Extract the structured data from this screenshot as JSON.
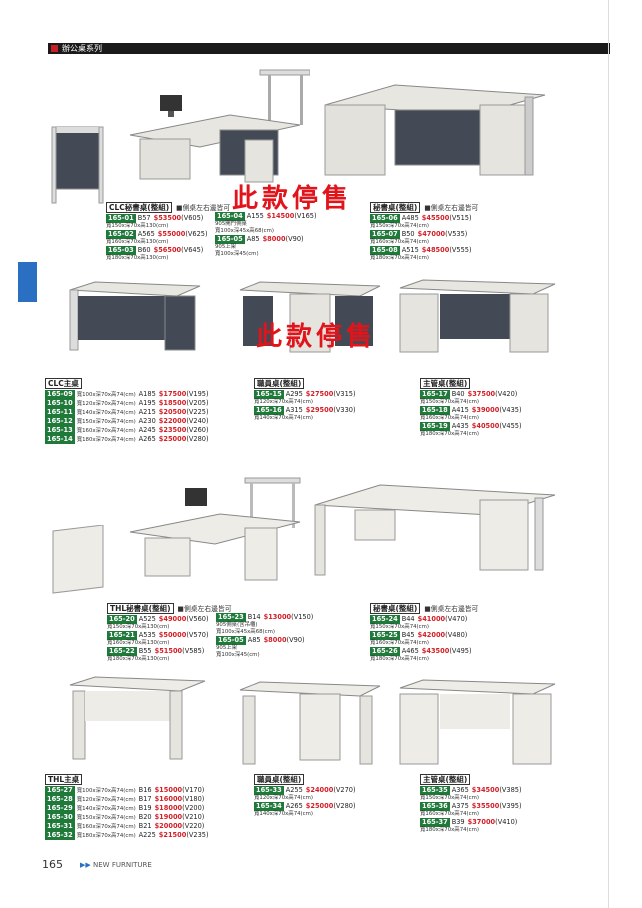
{
  "header": {
    "category": "辦公桌系列"
  },
  "footer": {
    "page_number": "165",
    "section": "NEW FURNITURE",
    "arrows": "▶▶"
  },
  "watermark": "此款停售",
  "blocks": {
    "clc_secretary": {
      "title": "CLC秘書桌(整組)",
      "note": "■側桌左右邊皆可",
      "rows": [
        {
          "code": "165-01",
          "model": "B57",
          "price": "$53500",
          "extra": "(V605)",
          "size": "寬150x深70x高130(cm)"
        },
        {
          "code": "165-02",
          "model": "A565",
          "price": "$55000",
          "extra": "(V625)",
          "size": "寬160x深70x高130(cm)"
        },
        {
          "code": "165-03",
          "model": "B60",
          "price": "$56500",
          "extra": "(V645)",
          "size": "寬180x深70x高130(cm)"
        }
      ]
    },
    "clc_side": {
      "rows": [
        {
          "code": "165-04",
          "model": "A155",
          "price": "$14500",
          "extra": "(V165)",
          "sub": "905開門側桌",
          "size": "寬100x深45x高68(cm)"
        },
        {
          "code": "165-05",
          "model": "A85",
          "price": "$8000",
          "extra": "(V90)",
          "sub": "905上架",
          "size": "寬100x深45(cm)"
        }
      ]
    },
    "clc_secretary2": {
      "title": "秘書桌(整組)",
      "note": "■側桌左右邊皆可",
      "rows": [
        {
          "code": "165-06",
          "model": "A485",
          "price": "$45500",
          "extra": "(V515)",
          "size": "寬150x深70x高74(cm)"
        },
        {
          "code": "165-07",
          "model": "B50",
          "price": "$47000",
          "extra": "(V535)",
          "size": "寬160x深70x高74(cm)"
        },
        {
          "code": "165-08",
          "model": "A515",
          "price": "$48500",
          "extra": "(V555)",
          "size": "寬180x深70x高74(cm)"
        }
      ]
    },
    "clc_main": {
      "title": "CLC主桌",
      "rows": [
        {
          "code": "165-09",
          "size": "寬100x深70x高74(cm)",
          "model": "A185",
          "price": "$17500",
          "extra": "(V195)"
        },
        {
          "code": "165-10",
          "size": "寬120x深70x高74(cm)",
          "model": "A195",
          "price": "$18500",
          "extra": "(V205)"
        },
        {
          "code": "165-11",
          "size": "寬140x深70x高74(cm)",
          "model": "A215",
          "price": "$20500",
          "extra": "(V225)"
        },
        {
          "code": "165-12",
          "size": "寬150x深70x高74(cm)",
          "model": "A230",
          "price": "$22000",
          "extra": "(V240)"
        },
        {
          "code": "165-13",
          "size": "寬160x深70x高74(cm)",
          "model": "A245",
          "price": "$23500",
          "extra": "(V260)"
        },
        {
          "code": "165-14",
          "size": "寬180x深70x高74(cm)",
          "model": "A265",
          "price": "$25000",
          "extra": "(V280)"
        }
      ]
    },
    "clc_staff": {
      "title": "職員桌(整組)",
      "rows": [
        {
          "code": "165-15",
          "model": "A295",
          "price": "$27500",
          "extra": "(V315)",
          "size": "寬120x深70x高74(cm)"
        },
        {
          "code": "165-16",
          "model": "A315",
          "price": "$29500",
          "extra": "(V330)",
          "size": "寬140x深70x高74(cm)"
        }
      ]
    },
    "clc_manager": {
      "title": "主管桌(整組)",
      "rows": [
        {
          "code": "165-17",
          "model": "B40",
          "price": "$37500",
          "extra": "(V420)",
          "size": "寬150x深70x高74(cm)"
        },
        {
          "code": "165-18",
          "model": "A415",
          "price": "$39000",
          "extra": "(V435)",
          "size": "寬160x深70x高74(cm)"
        },
        {
          "code": "165-19",
          "model": "A435",
          "price": "$40500",
          "extra": "(V455)",
          "size": "寬180x深70x高74(cm)"
        }
      ]
    },
    "thl_secretary": {
      "title": "THL秘書桌(整組)",
      "note": "■側桌左右邊皆可",
      "rows": [
        {
          "code": "165-20",
          "model": "A525",
          "price": "$49000",
          "extra": "(V560)",
          "size": "寬150x深70x高130(cm)"
        },
        {
          "code": "165-21",
          "model": "A535",
          "price": "$50000",
          "extra": "(V570)",
          "size": "寬160x深70x高130(cm)"
        },
        {
          "code": "165-22",
          "model": "B55",
          "price": "$51500",
          "extra": "(V585)",
          "size": "寬180x深70x高130(cm)"
        }
      ]
    },
    "thl_side": {
      "rows": [
        {
          "code": "165-23",
          "model": "B14",
          "price": "$13000",
          "extra": "(V150)",
          "sub": "905側桌(含吊櫃)",
          "size": "寬100x深45x高68(cm)"
        },
        {
          "code": "165-05",
          "model": "A85",
          "price": "$8000",
          "extra": "(V90)",
          "sub": "905上架",
          "size": "寬100x深45(cm)"
        }
      ]
    },
    "thl_secretary2": {
      "title": "秘書桌(整組)",
      "note": "■側桌左右邊皆可",
      "rows": [
        {
          "code": "165-24",
          "model": "B44",
          "price": "$41000",
          "extra": "(V470)",
          "size": "寬150x深70x高74(cm)"
        },
        {
          "code": "165-25",
          "model": "B45",
          "price": "$42000",
          "extra": "(V480)",
          "size": "寬160x深70x高74(cm)"
        },
        {
          "code": "165-26",
          "model": "A465",
          "price": "$43500",
          "extra": "(V495)",
          "size": "寬180x深70x高74(cm)"
        }
      ]
    },
    "thl_main": {
      "title": "THL主桌",
      "rows": [
        {
          "code": "165-27",
          "size": "寬100x深70x高74(cm)",
          "model": "B16",
          "price": "$15000",
          "extra": "(V170)"
        },
        {
          "code": "165-28",
          "size": "寬120x深70x高74(cm)",
          "model": "B17",
          "price": "$16000",
          "extra": "(V180)"
        },
        {
          "code": "165-29",
          "size": "寬140x深70x高74(cm)",
          "model": "B19",
          "price": "$18000",
          "extra": "(V200)"
        },
        {
          "code": "165-30",
          "size": "寬150x深70x高74(cm)",
          "model": "B20",
          "price": "$19000",
          "extra": "(V210)"
        },
        {
          "code": "165-31",
          "size": "寬160x深70x高74(cm)",
          "model": "B21",
          "price": "$20000",
          "extra": "(V220)"
        },
        {
          "code": "165-32",
          "size": "寬180x深70x高74(cm)",
          "model": "A225",
          "price": "$21500",
          "extra": "(V235)"
        }
      ]
    },
    "thl_staff": {
      "title": "職員桌(整組)",
      "rows": [
        {
          "code": "165-33",
          "model": "A255",
          "price": "$24000",
          "extra": "(V270)",
          "size": "寬120x深70x高74(cm)"
        },
        {
          "code": "165-34",
          "model": "A265",
          "price": "$25000",
          "extra": "(V280)",
          "size": "寬140x深70x高74(cm)"
        }
      ]
    },
    "thl_manager": {
      "title": "主管桌(整組)",
      "rows": [
        {
          "code": "165-35",
          "model": "A365",
          "price": "$34500",
          "extra": "(V385)",
          "size": "寬150x深70x高74(cm)"
        },
        {
          "code": "165-36",
          "model": "A375",
          "price": "$35500",
          "extra": "(V395)",
          "size": "寬160x深70x高74(cm)"
        },
        {
          "code": "165-37",
          "model": "B39",
          "price": "$37000",
          "extra": "(V410)",
          "size": "寬180x深70x高74(cm)"
        }
      ]
    }
  }
}
